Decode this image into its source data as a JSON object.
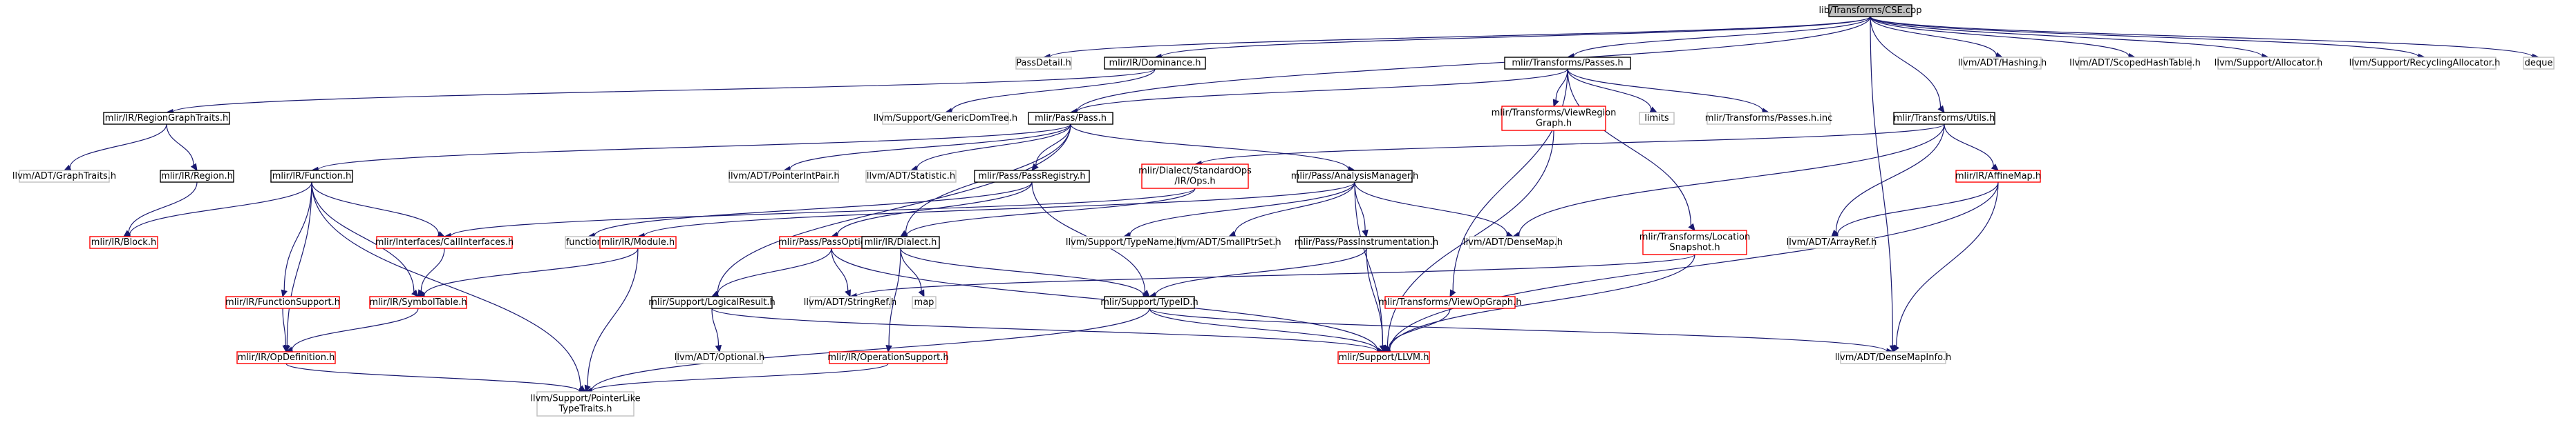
{
  "graph": {
    "colors": {
      "edge": "#191970",
      "border_normal": "#000000",
      "border_gray": "#bfbfbf",
      "border_red": "#ff0000",
      "fill_root": "#bfbfbf",
      "fill_default": "#ffffff",
      "label_gray": "#666666"
    },
    "nodes": [
      {
        "id": "cse",
        "label": [
          "lib/Transforms/CSE.cpp"
        ],
        "style": "root"
      },
      {
        "id": "passdetail",
        "label": [
          "PassDetail.h"
        ],
        "style": "gray"
      },
      {
        "id": "dominance",
        "label": [
          "mlir/IR/Dominance.h"
        ],
        "style": "normal"
      },
      {
        "id": "transpasses",
        "label": [
          "mlir/Transforms/Passes.h"
        ],
        "style": "normal"
      },
      {
        "id": "hashing",
        "label": [
          "llvm/ADT/Hashing.h"
        ],
        "style": "gray"
      },
      {
        "id": "scopedhash",
        "label": [
          "llvm/ADT/ScopedHashTable.h"
        ],
        "style": "gray"
      },
      {
        "id": "allocator",
        "label": [
          "llvm/Support/Allocator.h"
        ],
        "style": "gray"
      },
      {
        "id": "recycling",
        "label": [
          "llvm/Support/RecyclingAllocator.h"
        ],
        "style": "gray"
      },
      {
        "id": "deque",
        "label": [
          "deque"
        ],
        "style": "gray"
      },
      {
        "id": "regiongraph",
        "label": [
          "mlir/IR/RegionGraphTraits.h"
        ],
        "style": "normal"
      },
      {
        "id": "genericdom",
        "label": [
          "llvm/Support/GenericDomTree.h"
        ],
        "style": "gray"
      },
      {
        "id": "passpass",
        "label": [
          "mlir/Pass/Pass.h"
        ],
        "style": "normal"
      },
      {
        "id": "viewregion",
        "label": [
          "mlir/Transforms/ViewRegion",
          "Graph.h"
        ],
        "style": "red"
      },
      {
        "id": "limits",
        "label": [
          "limits"
        ],
        "style": "gray"
      },
      {
        "id": "passesinc",
        "label": [
          "mlir/Transforms/Passes.h.inc"
        ],
        "style": "gray"
      },
      {
        "id": "transutils",
        "label": [
          "mlir/Transforms/Utils.h"
        ],
        "style": "normal"
      },
      {
        "id": "graphtraits",
        "label": [
          "llvm/ADT/GraphTraits.h"
        ],
        "style": "gray"
      },
      {
        "id": "region",
        "label": [
          "mlir/IR/Region.h"
        ],
        "style": "normal"
      },
      {
        "id": "function",
        "label": [
          "mlir/IR/Function.h"
        ],
        "style": "normal"
      },
      {
        "id": "pointerint",
        "label": [
          "llvm/ADT/PointerIntPair.h"
        ],
        "style": "gray"
      },
      {
        "id": "statistic",
        "label": [
          "llvm/ADT/Statistic.h"
        ],
        "style": "gray"
      },
      {
        "id": "passregistry",
        "label": [
          "mlir/Pass/PassRegistry.h"
        ],
        "style": "normal"
      },
      {
        "id": "stdops",
        "label": [
          "mlir/Dialect/StandardOps",
          "/IR/Ops.h"
        ],
        "style": "red"
      },
      {
        "id": "analysismgr",
        "label": [
          "mlir/Pass/AnalysisManager.h"
        ],
        "style": "normal"
      },
      {
        "id": "affinemap",
        "label": [
          "mlir/IR/AffineMap.h"
        ],
        "style": "red"
      },
      {
        "id": "block",
        "label": [
          "mlir/IR/Block.h"
        ],
        "style": "red"
      },
      {
        "id": "callinterfaces",
        "label": [
          "mlir/Interfaces/CallInterfaces.h"
        ],
        "style": "red"
      },
      {
        "id": "functional",
        "label": [
          "functional"
        ],
        "style": "gray"
      },
      {
        "id": "module",
        "label": [
          "mlir/IR/Module.h"
        ],
        "style": "red"
      },
      {
        "id": "passoptions",
        "label": [
          "mlir/Pass/PassOptions.h"
        ],
        "style": "red"
      },
      {
        "id": "dialect",
        "label": [
          "mlir/IR/Dialect.h"
        ],
        "style": "normal"
      },
      {
        "id": "typename",
        "label": [
          "llvm/Support/TypeName.h"
        ],
        "style": "gray"
      },
      {
        "id": "smallptrset",
        "label": [
          "llvm/ADT/SmallPtrSet.h"
        ],
        "style": "gray"
      },
      {
        "id": "passinstr",
        "label": [
          "mlir/Pass/PassInstrumentation.h"
        ],
        "style": "normal"
      },
      {
        "id": "densemap",
        "label": [
          "llvm/ADT/DenseMap.h"
        ],
        "style": "gray"
      },
      {
        "id": "locsnapshot",
        "label": [
          "mlir/Transforms/Location",
          "Snapshot.h"
        ],
        "style": "red"
      },
      {
        "id": "arrayref",
        "label": [
          "llvm/ADT/ArrayRef.h"
        ],
        "style": "gray"
      },
      {
        "id": "funcsupport",
        "label": [
          "mlir/IR/FunctionSupport.h"
        ],
        "style": "red"
      },
      {
        "id": "symboltable",
        "label": [
          "mlir/IR/SymbolTable.h"
        ],
        "style": "red"
      },
      {
        "id": "logicalresult",
        "label": [
          "mlir/Support/LogicalResult.h"
        ],
        "style": "normal"
      },
      {
        "id": "stringref",
        "label": [
          "llvm/ADT/StringRef.h"
        ],
        "style": "gray"
      },
      {
        "id": "map",
        "label": [
          "map"
        ],
        "style": "gray"
      },
      {
        "id": "typeid",
        "label": [
          "mlir/Support/TypeID.h"
        ],
        "style": "normal"
      },
      {
        "id": "viewop",
        "label": [
          "mlir/Transforms/ViewOpGraph.h"
        ],
        "style": "red"
      },
      {
        "id": "opdefinition",
        "label": [
          "mlir/IR/OpDefinition.h"
        ],
        "style": "red"
      },
      {
        "id": "optional",
        "label": [
          "llvm/ADT/Optional.h"
        ],
        "style": "gray"
      },
      {
        "id": "opsupport",
        "label": [
          "mlir/IR/OperationSupport.h"
        ],
        "style": "red"
      },
      {
        "id": "llvmh",
        "label": [
          "mlir/Support/LLVM.h"
        ],
        "style": "red"
      },
      {
        "id": "densemapinfo",
        "label": [
          "llvm/ADT/DenseMapInfo.h"
        ],
        "style": "gray"
      },
      {
        "id": "pointerlike",
        "label": [
          "llvm/Support/PointerLike",
          "TypeTraits.h"
        ],
        "style": "gray"
      }
    ],
    "edges": [
      [
        "cse",
        "passdetail"
      ],
      [
        "cse",
        "dominance"
      ],
      [
        "cse",
        "transpasses"
      ],
      [
        "cse",
        "passpass"
      ],
      [
        "cse",
        "transutils"
      ],
      [
        "cse",
        "hashing"
      ],
      [
        "cse",
        "scopedhash"
      ],
      [
        "cse",
        "allocator"
      ],
      [
        "cse",
        "recycling"
      ],
      [
        "cse",
        "deque"
      ],
      [
        "cse",
        "densemapinfo"
      ],
      [
        "dominance",
        "regiongraph"
      ],
      [
        "dominance",
        "genericdom"
      ],
      [
        "transpasses",
        "passpass"
      ],
      [
        "transpasses",
        "viewregion"
      ],
      [
        "transpasses",
        "limits"
      ],
      [
        "transpasses",
        "passesinc"
      ],
      [
        "transpasses",
        "locsnapshot"
      ],
      [
        "transpasses",
        "viewop"
      ],
      [
        "regiongraph",
        "graphtraits"
      ],
      [
        "regiongraph",
        "region"
      ],
      [
        "region",
        "block"
      ],
      [
        "passpass",
        "function"
      ],
      [
        "passpass",
        "pointerint"
      ],
      [
        "passpass",
        "statistic"
      ],
      [
        "passpass",
        "passregistry"
      ],
      [
        "passpass",
        "analysismgr"
      ],
      [
        "passpass",
        "dialect"
      ],
      [
        "passpass",
        "logicalresult"
      ],
      [
        "function",
        "block"
      ],
      [
        "function",
        "callinterfaces"
      ],
      [
        "function",
        "symboltable"
      ],
      [
        "function",
        "funcsupport"
      ],
      [
        "function",
        "opdefinition"
      ],
      [
        "function",
        "pointerlike"
      ],
      [
        "viewregion",
        "llvmh"
      ],
      [
        "transutils",
        "stdops"
      ],
      [
        "transutils",
        "affinemap"
      ],
      [
        "transutils",
        "densemap"
      ],
      [
        "transutils",
        "arrayref"
      ],
      [
        "passregistry",
        "passoptions"
      ],
      [
        "passregistry",
        "functional"
      ],
      [
        "passregistry",
        "typeid"
      ],
      [
        "stdops",
        "callinterfaces"
      ],
      [
        "stdops",
        "dialect"
      ],
      [
        "analysismgr",
        "module"
      ],
      [
        "analysismgr",
        "typename"
      ],
      [
        "analysismgr",
        "smallptrset"
      ],
      [
        "analysismgr",
        "passinstr"
      ],
      [
        "analysismgr",
        "densemap"
      ],
      [
        "analysismgr",
        "llvmh"
      ],
      [
        "affinemap",
        "arrayref"
      ],
      [
        "affinemap",
        "densemapinfo"
      ],
      [
        "affinemap",
        "llvmh"
      ],
      [
        "callinterfaces",
        "symboltable"
      ],
      [
        "module",
        "symboltable"
      ],
      [
        "module",
        "pointerlike"
      ],
      [
        "passoptions",
        "logicalresult"
      ],
      [
        "passoptions",
        "stringref"
      ],
      [
        "passoptions",
        "llvmh"
      ],
      [
        "dialect",
        "map"
      ],
      [
        "dialect",
        "typeid"
      ],
      [
        "dialect",
        "opsupport"
      ],
      [
        "passinstr",
        "typeid"
      ],
      [
        "passinstr",
        "llvmh"
      ],
      [
        "locsnapshot",
        "stringref"
      ],
      [
        "locsnapshot",
        "llvmh"
      ],
      [
        "funcsupport",
        "opdefinition"
      ],
      [
        "symboltable",
        "opdefinition"
      ],
      [
        "logicalresult",
        "optional"
      ],
      [
        "logicalresult",
        "llvmh"
      ],
      [
        "typeid",
        "llvmh"
      ],
      [
        "typeid",
        "densemapinfo"
      ],
      [
        "typeid",
        "pointerlike"
      ],
      [
        "viewop",
        "llvmh"
      ],
      [
        "opdefinition",
        "pointerlike"
      ],
      [
        "opsupport",
        "pointerlike"
      ]
    ]
  }
}
